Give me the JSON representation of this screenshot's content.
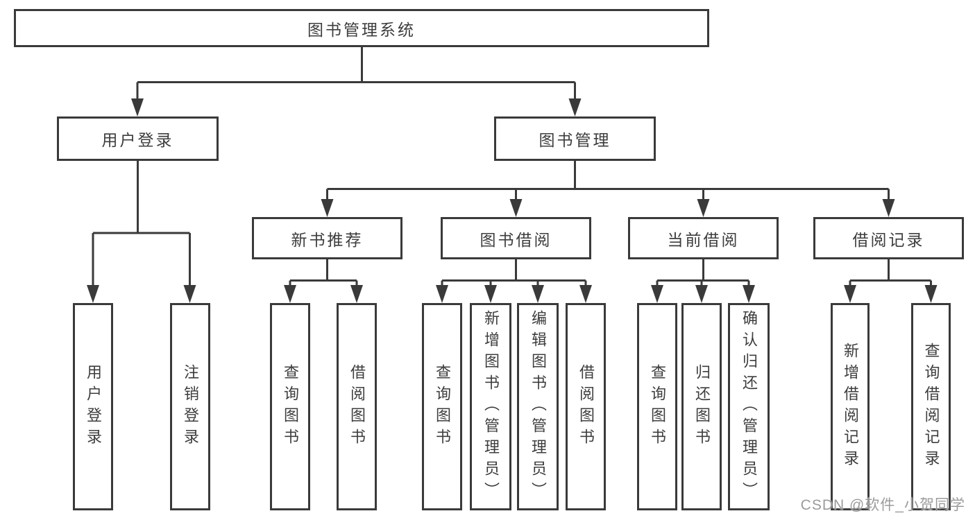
{
  "diagram": {
    "root": {
      "label": "图书管理系统"
    },
    "level2": [
      {
        "label": "用户登录"
      },
      {
        "label": "图书管理"
      }
    ],
    "level3": [
      {
        "label": "新书推荐"
      },
      {
        "label": "图书借阅"
      },
      {
        "label": "当前借阅"
      },
      {
        "label": "借阅记录"
      }
    ],
    "leaves": [
      {
        "label": "用户登录"
      },
      {
        "label": "注销登录"
      },
      {
        "label": "查询图书"
      },
      {
        "label": "借阅图书"
      },
      {
        "label": "查询图书"
      },
      {
        "label": "新增图书（管理员）"
      },
      {
        "label": "编辑图书（管理员）"
      },
      {
        "label": "借阅图书"
      },
      {
        "label": "查询图书"
      },
      {
        "label": "归还图书"
      },
      {
        "label": "确认归还（管理员）"
      },
      {
        "label": "新增借阅记录"
      },
      {
        "label": "查询借阅记录"
      }
    ]
  },
  "watermark": {
    "text": "CSDN @软件_小贺同学"
  },
  "colors": {
    "line": "#3a3a3a",
    "text": "#3d3d3d",
    "watermark": "#9b9b9b",
    "background": "#ffffff"
  }
}
